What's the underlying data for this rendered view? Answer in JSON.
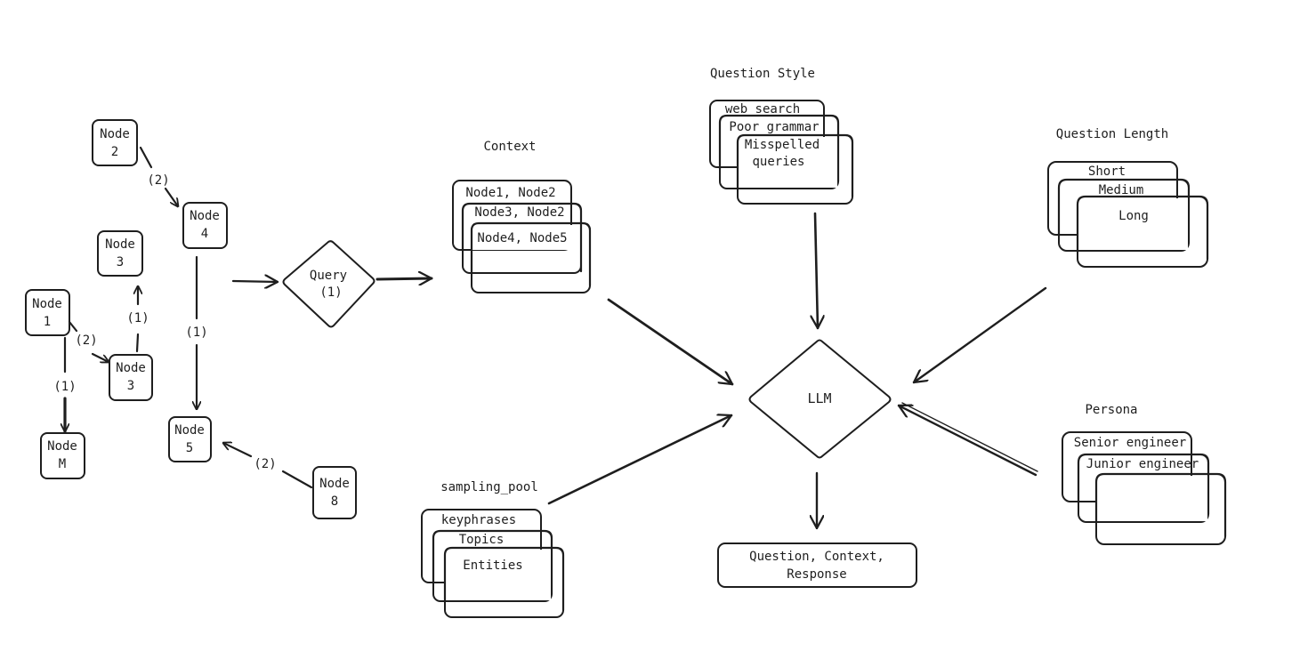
{
  "graph": {
    "node2": [
      "Node",
      "2"
    ],
    "node4": [
      "Node",
      "4"
    ],
    "node3_top": [
      "Node",
      "3"
    ],
    "node1": [
      "Node",
      "1"
    ],
    "node3_mid": [
      "Node",
      "3"
    ],
    "node_m": [
      "Node",
      "M"
    ],
    "node5": [
      "Node",
      "5"
    ],
    "node8": [
      "Node",
      "8"
    ],
    "edge_2_4": "(2)",
    "edge_1_3": "(2)",
    "edge_3_3": "(1)",
    "edge_1_m": "(1)",
    "edge_4_5": "(1)",
    "edge_8_5": "(2)"
  },
  "query": [
    "Query",
    "(1)"
  ],
  "context": {
    "title": "Context",
    "items": [
      "Node1, Node2",
      "Node3, Node2",
      "Node4, Node5"
    ]
  },
  "question_style": {
    "title": "Question Style",
    "items": [
      "web search",
      "Poor grammar",
      "Misspelled",
      "queries"
    ]
  },
  "question_length": {
    "title": "Question Length",
    "items": [
      "Short",
      "Medium",
      "Long"
    ]
  },
  "persona": {
    "title": "Persona",
    "items": [
      "Senior engineer",
      "Junior engineer"
    ]
  },
  "sampling_pool": {
    "title": "sampling_pool",
    "items": [
      "keyphrases",
      "Topics",
      "Entities"
    ]
  },
  "llm": "LLM",
  "output": [
    "Question, Context,",
    "Response"
  ]
}
